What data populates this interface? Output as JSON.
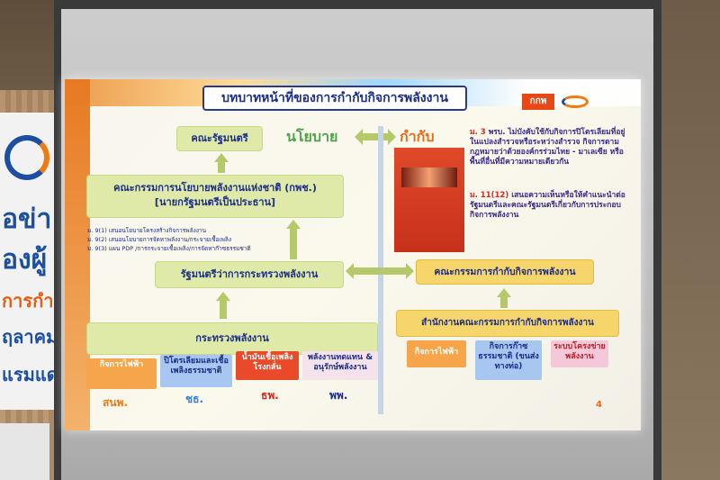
{
  "banner": {
    "lines": [
      "อข่า",
      "องผู้",
      "การกำ",
      "ฤลาคม",
      "แรมแด"
    ]
  },
  "slide": {
    "title": "บทบาทหน้าที่ของการกำกับกิจการพลังงาน",
    "logo_text": "กกพ",
    "label_policy": "นโยบาย",
    "label_regulate": "กำกับ",
    "cabinet": "คณะรัฐมนตรี",
    "nepc_line1": "คณะกรรมการนโยบายพลังงานแห่งชาติ (กพช.)",
    "nepc_line2": "[นายกรัฐมนตรีเป็นประธาน]",
    "notes": [
      "ม. 9(1) เสนอนโยบายโครงสร้างกิจการพลังงาน",
      "ม. 9(2) เสนอนโยบายการจัดหาพลังงาน/กระจายเชื้อเพลิง",
      "ม. 9(3) แผน PDP /การกระจายเชื้อเพลิง/การจัดหาก๊าซธรรมชาติ"
    ],
    "minister": "รัฐมนตรีว่าการกระทรวงพลังงาน",
    "ministry": "กระทรวงพลังงาน",
    "erc": "คณะกรรมการกำกับกิจการพลังงาน",
    "erc_office": "สำนักงานคณะกรรมการกำกับกิจการพลังงาน",
    "law1_title": "ม. 3",
    "law1_text": "พรบ. ไม่บังคับใช้กับกิจการปิโตรเลียมที่อยู่ในแปลงสำรวจหรือระหว่างสำรวจ กิจการตามกฎหมายว่าด้วยองค์กรร่วมไทย - มาเลเซีย หรือพื้นที่อื่นที่มีความหมายเดียวกัน",
    "law2_title": "ม. 11(12)",
    "law2_text": "เสนอความเห็นหรือให้คำแนะนำต่อรัฐมนตรีและคณะรัฐมนตรีเกี่ยวกับการประกอบกิจการพลังงาน",
    "ministry_subs": [
      {
        "text": "กิจการไฟฟ้า",
        "abbr": "สนพ."
      },
      {
        "text": "ปิโตรเลียมและเชื้อเพลิงธรรมชาติ",
        "abbr": "ชธ."
      },
      {
        "text": "น้ำมันเชื้อเพลิงโรงกลั่น",
        "abbr": "ธพ."
      },
      {
        "text": "พลังงานทดแทน & อนุรักษ์พลังงาน",
        "abbr": "พพ."
      }
    ],
    "erc_subs": [
      {
        "text": "กิจการไฟฟ้า"
      },
      {
        "text": "กิจการก๊าซธรรมชาติ (ขนส่งทางท่อ)"
      },
      {
        "text": "ระบบโครงข่ายพลังงาน"
      }
    ],
    "page_number": "4"
  }
}
